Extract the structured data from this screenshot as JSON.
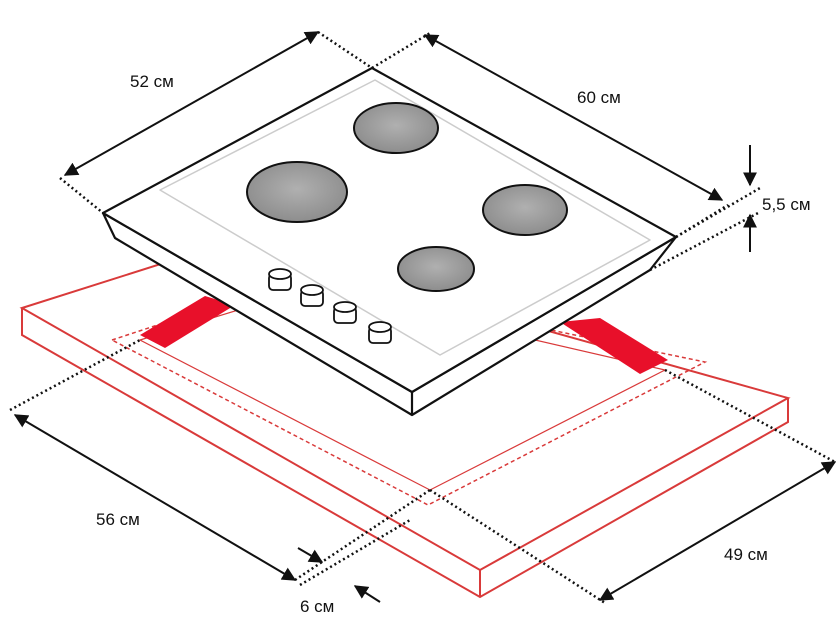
{
  "dimensions": {
    "hob_depth": "52 см",
    "hob_width": "60 см",
    "hob_height": "5,5 см",
    "cutout_width": "56 см",
    "cutout_depth": "49 см",
    "offset": "6 см"
  },
  "colors": {
    "outline": "#111111",
    "countertop": "#d93a3a",
    "cutout_marker": "#e8102a",
    "burner": "#9a9a9a"
  }
}
